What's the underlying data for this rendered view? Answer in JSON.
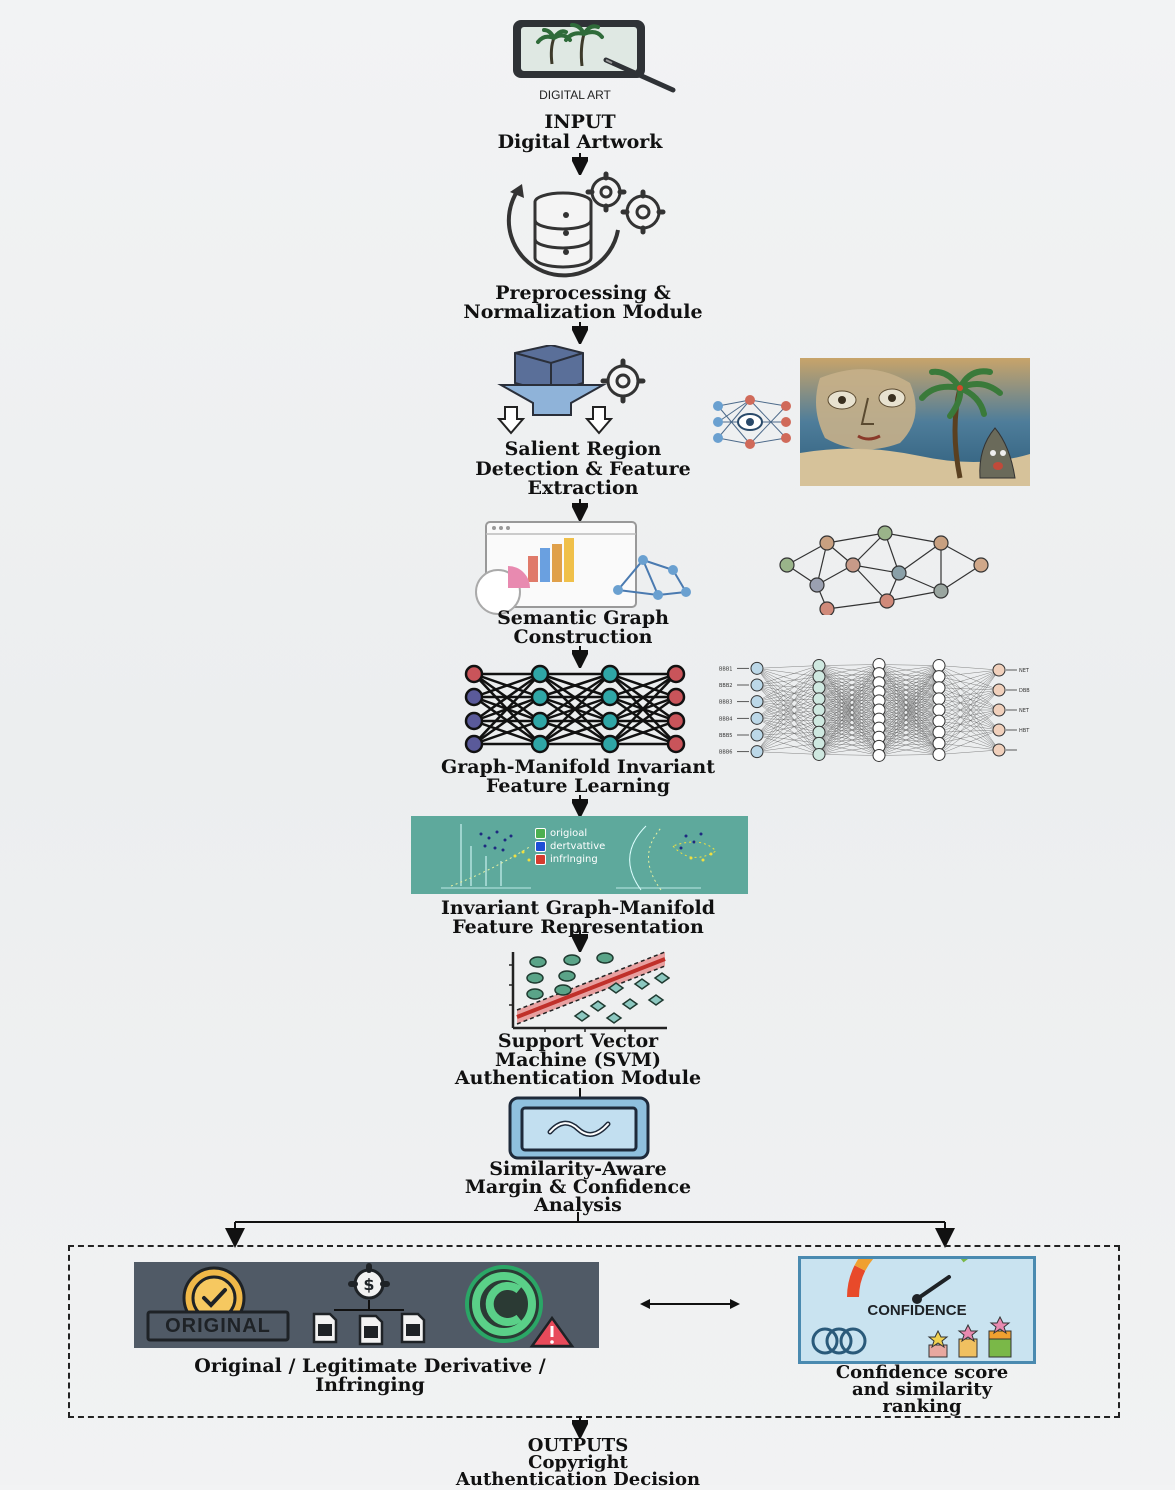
{
  "input_icon_caption": "DIGITAL ART",
  "input_label": [
    "INPUT",
    "Digital Artwork"
  ],
  "steps": [
    {
      "lines": [
        "Preprocessing &",
        "Normalization Module"
      ]
    },
    {
      "lines": [
        "Salient Region",
        "Detection & Feature",
        "Extraction"
      ]
    },
    {
      "lines": [
        "Semantic Graph",
        "Construction"
      ]
    },
    {
      "lines": [
        "Graph-Manifold Invariant",
        "Feature Learning"
      ]
    },
    {
      "lines": [
        "Invariant Graph-Manifold",
        "Feature Representation"
      ]
    },
    {
      "lines": [
        "Support Vector",
        "Machine (SVM)",
        "Authentication Module"
      ]
    },
    {
      "lines": [
        "Similarity-Aware",
        "Margin & Confidence",
        "Analysis"
      ]
    }
  ],
  "manifold_legend": [
    "origioal",
    "dertvattive",
    "infrlnging"
  ],
  "manifold_legend_colors": [
    "#4caf50",
    "#1e4fd6",
    "#d63c2f"
  ],
  "neural_input_labels": [
    "BBB1",
    "BBB2",
    "BBB3",
    "BBB4",
    "BBB5",
    "BBB6"
  ],
  "neural_output_labels": [
    "NET",
    "DBB",
    "NET",
    "HBT"
  ],
  "original_badge_text": "ORIGINAL",
  "confidence_text": "CONFIDENCE",
  "output_left_label": [
    "Original / Legitimate Derivative /",
    "Infringing"
  ],
  "output_right_label": [
    "Confidence score",
    "and similarity",
    "ranking"
  ],
  "outputs_label": [
    "OUTPUTS",
    "Copyright",
    "Authentication Decision"
  ],
  "colors": {
    "node_red": "#c9545a",
    "node_blue": "#4d7fb0",
    "node_purple": "#5a5a9a",
    "teal": "#2fa6a6",
    "panel_teal": "#5ea99c"
  }
}
